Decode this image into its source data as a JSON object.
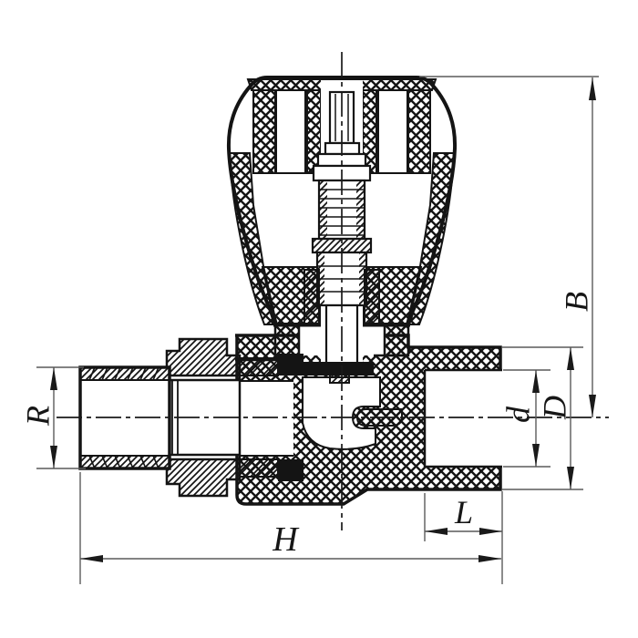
{
  "page": {
    "background": "#ffffff"
  },
  "drawing": {
    "subject": "straight-stop-valve-cross-section",
    "stroke_color": "#1a1a1a",
    "dim_line_color": "#5a5a5a",
    "labels": {
      "B": "B",
      "R": "R",
      "d": "d",
      "D": "D",
      "L": "L",
      "H": "H"
    }
  }
}
